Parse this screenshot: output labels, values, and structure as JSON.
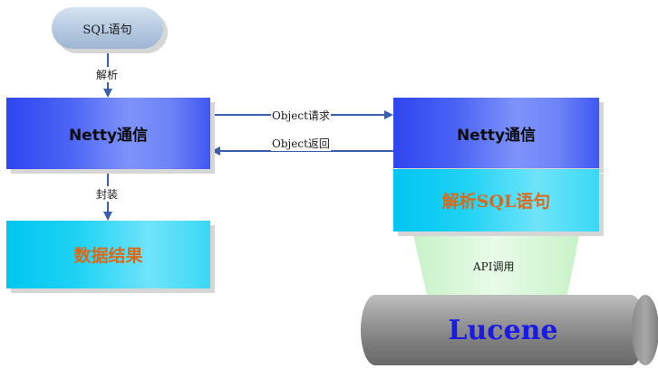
{
  "nodes": {
    "sql_statement": "SQL语句",
    "netty_left": "Netty通信",
    "data_result": "数据结果",
    "netty_right": "Netty通信",
    "parse_sql": "解析SQL语句",
    "lucene": "Lucene"
  },
  "edges": {
    "parse": "解析",
    "encapsulate": "封装",
    "object_request": "Object请求",
    "object_return": "Object返回",
    "api_call": "API调用"
  },
  "colors": {
    "netty_blue": "#4a63f4",
    "cyan_box": "#1fd2f4",
    "orange_text": "#d96a1a",
    "lucene_text": "#1a1ae6",
    "arrow": "#3a5fae",
    "api_trapezoid": "#d6f7d6"
  }
}
